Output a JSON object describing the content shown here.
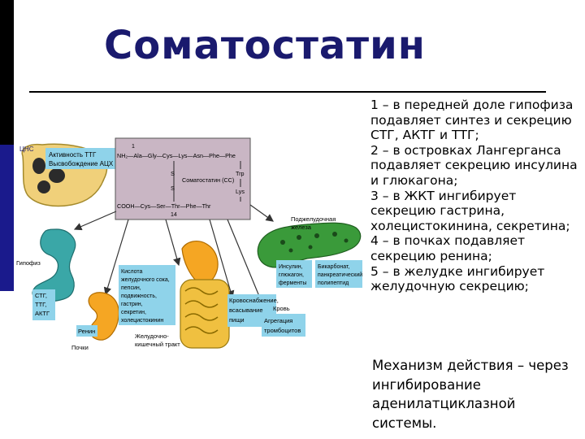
{
  "slide": {
    "title": "Соматостатин",
    "points": [
      "1 – в передней доле гипофиза подавляет синтез и секрецию СТГ, АКТГ и ТТГ;",
      "2 – в островках Лангерганса подавляет секрецию инсулина и глюкагона;",
      "3 – в ЖКТ ингибирует секрецию гастрина, холецистокинина, секретина;",
      "4 – в почках подавляет секрецию ренина;",
      "5 – в желудке ингибирует желудочную секрецию;"
    ],
    "mechanism": "Механизм действия – через ингибирование аденилатциклазной системы."
  },
  "diagram": {
    "structure": {
      "num_1": "1",
      "num_14": "14",
      "top_row": "NH₂—Ala—Gly—Cys—Lys—Asn—Phe—Phe",
      "bottom_row": "COOH—Cys—Ser—Thr—Phe—Thr",
      "s1": "S",
      "s2": "S",
      "name": "Соматостатин (СС)",
      "trp": "Trp",
      "lys": "Lys"
    },
    "cns": {
      "label": "ЦНС",
      "box_line1": "Активность ТТГ",
      "box_line2": "Высвобождение АЦХ"
    },
    "pituitary": {
      "label": "Гипофиз",
      "box_line1": "СТГ,",
      "box_line2": "ТТГ,",
      "box_line3": "АКТГ"
    },
    "kidney": {
      "label": "Почки",
      "box": "Ренин"
    },
    "stomach": {
      "box_lines": [
        "Кислота",
        "желудочного сока,",
        "пепсин,",
        "подвижность,",
        "гастрин,",
        "секретин,",
        "холецистокинин"
      ]
    },
    "gi_tract": {
      "label_line1": "Желудочно-",
      "label_line2": "кишечный тракт",
      "box_line1": "Кровоснабжение,",
      "box_line2": "всасывание",
      "box_line3": "пищи"
    },
    "blood": {
      "label": "Кровь",
      "box_line1": "Агрегация",
      "box_line2": "тромбоцитов"
    },
    "pancreas": {
      "label_line1": "Поджелудочная",
      "label_line2": "железа",
      "box1_lines": [
        "Инсулин,",
        "глюкагон,",
        "ферменты"
      ],
      "box2_lines": [
        "Бикарбонат,",
        "панкреатический",
        "полипептид"
      ]
    },
    "colors": {
      "title": "#1a1a6e",
      "structure_box": "#c9b6c4",
      "label_box": "#8fd3ea",
      "pancreas": "#3a9a3a",
      "pituitary": "#3aa7a7",
      "cns": "#f0d07a",
      "kidney": "#f5a623"
    }
  }
}
